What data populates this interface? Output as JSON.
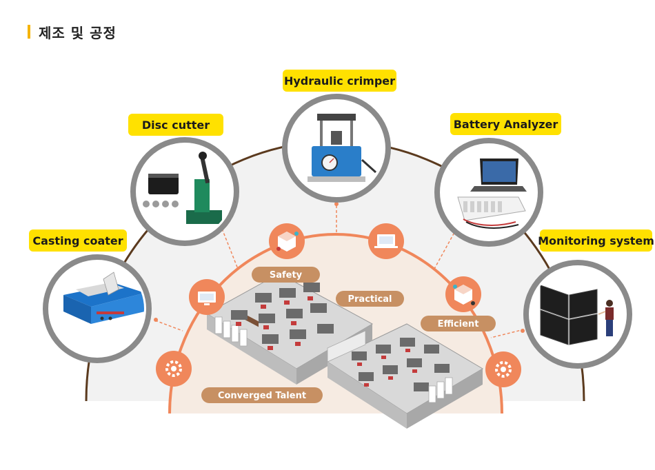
{
  "page": {
    "title": "제조 및 공정"
  },
  "colors": {
    "accent": "#f5b400",
    "label_bg": "#ffe100",
    "arc_brown": "#5b3a1e",
    "arc_orange": "#f0875b",
    "pill": "#c79063",
    "circle_ring": "#8a8a8a",
    "inner_fill": "#f6ebe2",
    "outer_fill": "#f2f2f2"
  },
  "equipment": [
    {
      "label": "Casting coater",
      "icon": "casting-coater-machine"
    },
    {
      "label": "Disc cutter",
      "icon": "disc-cutter-press"
    },
    {
      "label": "Hydraulic crimper",
      "icon": "hydraulic-crimper-press"
    },
    {
      "label": "Battery Analyzer",
      "icon": "battery-analyzer-with-laptop"
    },
    {
      "label": "Monitoring system",
      "icon": "video-wall-monitoring"
    }
  ],
  "values": {
    "safety": "Safety",
    "practical": "Practical",
    "efficient": "Efficient",
    "converged": "Converged Talent"
  },
  "icons": [
    "gear-brain-icon",
    "monitor-icon",
    "cube-network-icon",
    "laptop-icon",
    "cube-network-icon",
    "gear-brain-icon"
  ]
}
